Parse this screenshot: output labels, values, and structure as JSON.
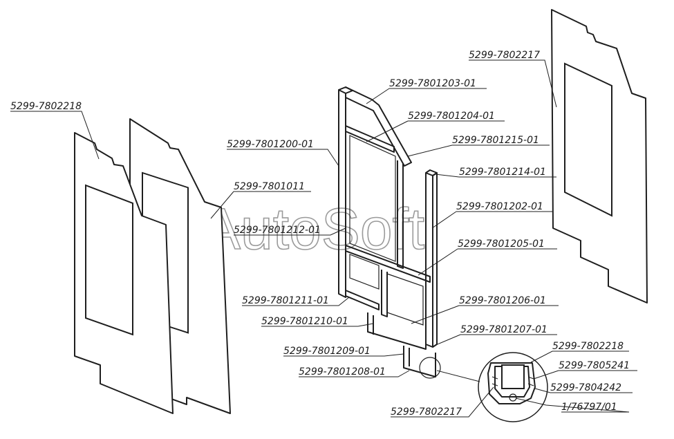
{
  "watermark": "AutoSoft",
  "colors": {
    "line": "#1e1e1e",
    "text": "#1a1a1a",
    "watermark": "#9a9a9a",
    "background": "#ffffff"
  },
  "labels": {
    "l7802218_top": "5299-7802218",
    "l7802217_top": "5299-7802217",
    "l7801203": "5299-7801203-01",
    "l7801204": "5299-7801204-01",
    "l7801200": "5299-7801200-01",
    "l7801215": "5299-7801215-01",
    "l7801214": "5299-7801214-01",
    "l7801011": "5299-7801011",
    "l7801202": "5299-7801202-01",
    "l7801212": "5299-7801212-01",
    "l7801205": "5299-7801205-01",
    "l7801211": "5299-7801211-01",
    "l7801206": "5299-7801206-01",
    "l7801210": "5299-7801210-01",
    "l7801207": "5299-7801207-01",
    "l7801209": "5299-7801209-01",
    "l7802218_detail": "5299-7802218",
    "l7805241": "5299-7805241",
    "l7801208": "5299-7801208-01",
    "l7804242": "5299-7804242",
    "l76797": "1/76797/01",
    "l7802217_bottom": "5299-7802217"
  }
}
